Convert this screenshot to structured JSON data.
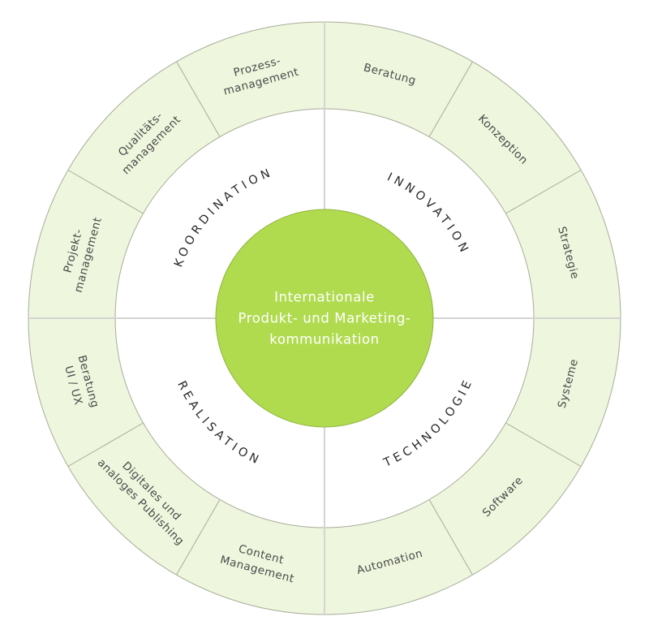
{
  "diagram": {
    "title": "Internationale Produkt- und Marketingkommunikation",
    "colors": {
      "core": "#b0db4f",
      "outer_ring": "#eef6dd",
      "inner_ring": "#ffffff",
      "quadrant_text": "#2b2b2b",
      "segment_text": "#4a4a4a"
    },
    "core": {
      "lines": [
        "Internationale",
        "Produkt- und Marketing-",
        "kommunikation"
      ]
    },
    "quadrants": [
      {
        "id": "innovation",
        "label": "INNOVATION",
        "position": "top-right",
        "segments": [
          {
            "lines": [
              "Beratung"
            ]
          },
          {
            "lines": [
              "Konzeption"
            ]
          },
          {
            "lines": [
              "Strategie"
            ]
          }
        ]
      },
      {
        "id": "technologie",
        "label": "TECHNOLOGIE",
        "position": "bottom-right",
        "segments": [
          {
            "lines": [
              "Systeme"
            ]
          },
          {
            "lines": [
              "Software"
            ]
          },
          {
            "lines": [
              "Automation"
            ]
          }
        ]
      },
      {
        "id": "realisation",
        "label": "REALISATION",
        "position": "bottom-left",
        "segments": [
          {
            "lines": [
              "Content",
              "Management"
            ]
          },
          {
            "lines": [
              "Digitales und",
              "analoges Publishing"
            ]
          },
          {
            "lines": [
              "Beratung",
              "UI / UX"
            ]
          }
        ]
      },
      {
        "id": "koordination",
        "label": "KOORDINATION",
        "position": "top-left",
        "segments": [
          {
            "lines": [
              "Projekt-",
              "management"
            ]
          },
          {
            "lines": [
              "Qualitäts-",
              "management"
            ]
          },
          {
            "lines": [
              "Prozess-",
              "management"
            ]
          }
        ]
      }
    ]
  }
}
